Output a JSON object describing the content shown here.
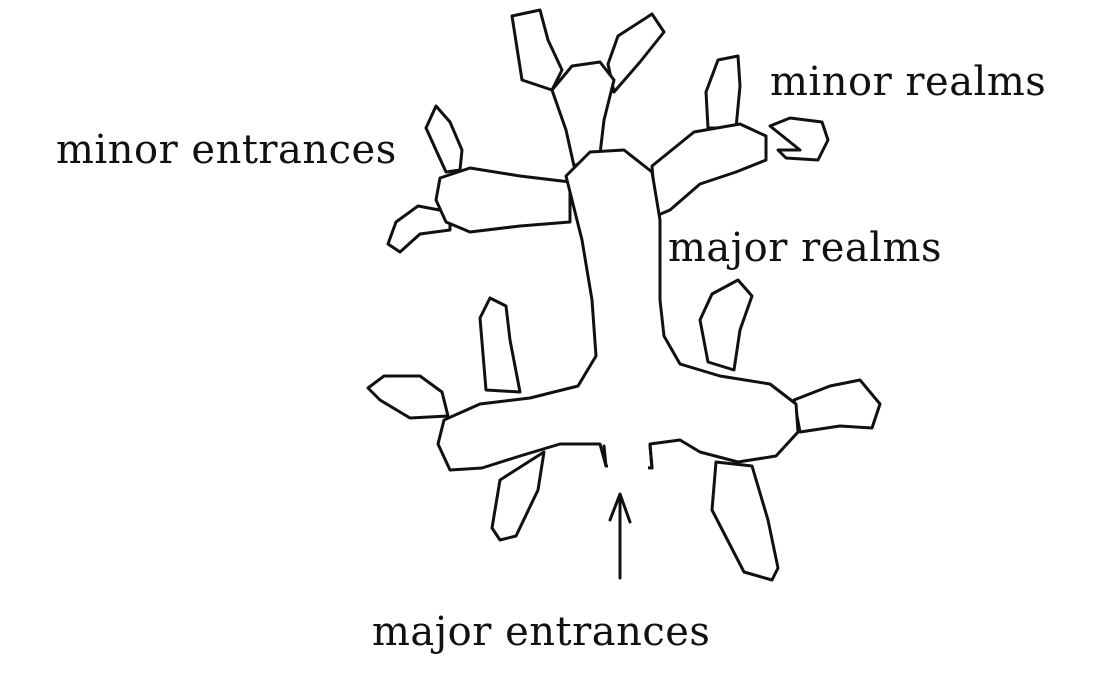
{
  "diagram": {
    "labels": {
      "minor_realms": "minor realms",
      "minor_entrances": "minor entrances",
      "major_realms": "major realms",
      "major_entrances": "major entrances"
    }
  }
}
